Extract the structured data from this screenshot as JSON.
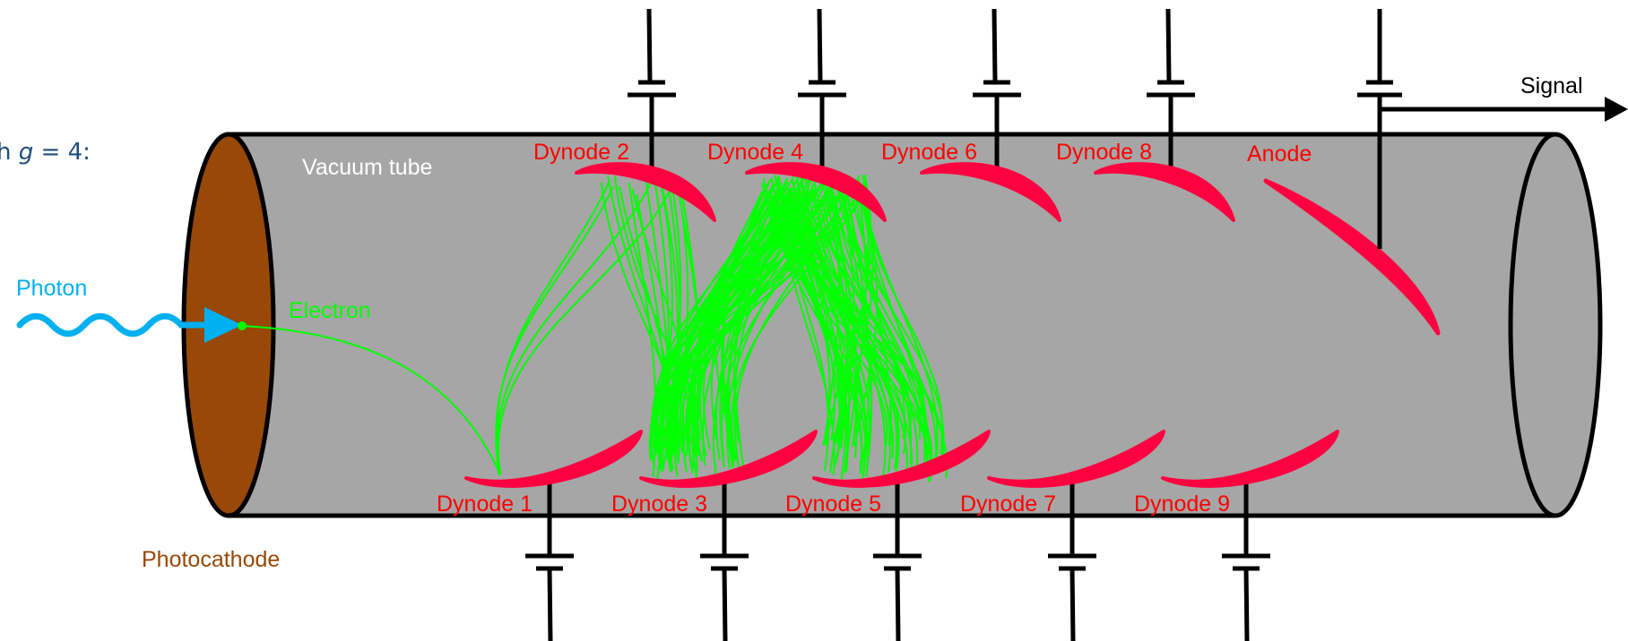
{
  "caption": {
    "prefix": "h ",
    "var": "g",
    "suffix": " = 4:"
  },
  "labels": {
    "vacuum_tube": "Vacuum tube",
    "photon": "Photon",
    "electron": "Electron",
    "photocathode": "Photocathode",
    "signal": "Signal",
    "anode": "Anode"
  },
  "dynodes_top": [
    "Dynode 2",
    "Dynode 4",
    "Dynode 6",
    "Dynode 8"
  ],
  "dynodes_bottom": [
    "Dynode 1",
    "Dynode 3",
    "Dynode 5",
    "Dynode 7",
    "Dynode 9"
  ],
  "colors": {
    "tube_fill": "#a6a6a6",
    "photocathode": "#984807",
    "dynode": "#ff0040",
    "label_red": "#ff0000",
    "electron": "#00ff00",
    "photon": "#00b0f0",
    "caption": "#1f4e79"
  },
  "electron_counts": {
    "dynode_1_to_2": 4,
    "dynode_2_to_3": 16,
    "dynode_3_to_4": 64,
    "dynode_4_to_5": 64
  }
}
